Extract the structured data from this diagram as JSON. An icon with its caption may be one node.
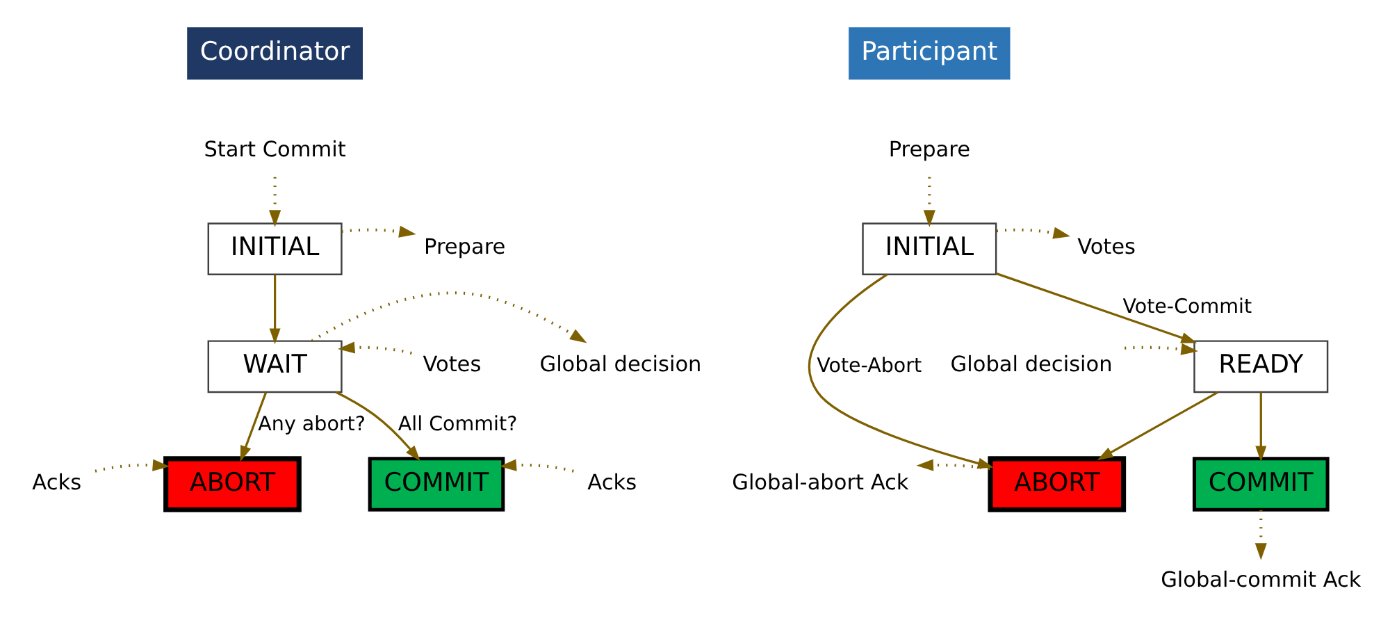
{
  "diagram": {
    "nodes": [
      {
        "text": [
          "Coordinator"
        ]
      },
      {
        "text": [
          "Start Commit"
        ]
      },
      {
        "text": [
          "INITIAL"
        ]
      },
      {
        "text": [
          "Prepare"
        ]
      },
      {
        "text": [
          "Global decision"
        ]
      },
      {
        "text": [
          "WAIT"
        ]
      },
      {
        "text": [
          "Votes"
        ]
      },
      {
        "text": [
          "Acks"
        ]
      },
      {
        "text": [
          "ABORT"
        ]
      },
      {
        "text": [
          "COMMIT"
        ]
      },
      {
        "text": [
          "Acks"
        ]
      },
      {
        "text": [
          "Participant"
        ]
      },
      {
        "text": [
          "Prepare"
        ]
      },
      {
        "text": [
          "Votes"
        ]
      },
      {
        "text": [
          "INITIAL"
        ]
      },
      {
        "text": [
          "READY"
        ]
      },
      {
        "text": [
          "Global decision"
        ]
      },
      {
        "text": [
          "Global-abort Ack"
        ]
      },
      {
        "text": [
          "ABORT"
        ]
      },
      {
        "text": [
          "COMMIT"
        ]
      },
      {
        "text": [
          "Global-commit Ack"
        ]
      }
    ],
    "edges": [
      {
        "from": 1,
        "to": 2,
        "arrow": "to",
        "style": "dashed"
      },
      {
        "from": 2,
        "to": 3,
        "arrow": "to",
        "style": "dashed"
      },
      {
        "from": 2,
        "to": 5,
        "arrow": "to"
      },
      {
        "from": 5,
        "to": 4,
        "arrow": "to",
        "style": "dashed"
      },
      {
        "from": 6,
        "to": 5,
        "arrow": "to",
        "style": "dashed"
      },
      {
        "from": 5,
        "to": 8,
        "arrow": "to",
        "label": "Any abort?"
      },
      {
        "from": 5,
        "to": 9,
        "arrow": "to",
        "label": "All Commit?"
      },
      {
        "from": 7,
        "to": 8,
        "arrow": "to",
        "style": "dashed"
      },
      {
        "from": 10,
        "to": 9,
        "arrow": "to",
        "style": "dashed"
      },
      {
        "from": 12,
        "to": 14,
        "arrow": "to",
        "style": "dashed"
      },
      {
        "from": 14,
        "to": 13,
        "arrow": "to",
        "style": "dashed"
      },
      {
        "from": 14,
        "to": 15,
        "arrow": "to",
        "label": "Vote-Commit"
      },
      {
        "from": 14,
        "to": 18,
        "arrow": "to",
        "label": "Vote-Abort"
      },
      {
        "from": 16,
        "to": 15,
        "arrow": "to",
        "style": "dashed"
      },
      {
        "from": 15,
        "to": 18,
        "arrow": "to"
      },
      {
        "from": 15,
        "to": 19,
        "arrow": "to"
      },
      {
        "from": 18,
        "to": 17,
        "arrow": "to",
        "style": "dashed"
      },
      {
        "from": 19,
        "to": 20,
        "arrow": "to",
        "style": "dashed"
      }
    ]
  }
}
